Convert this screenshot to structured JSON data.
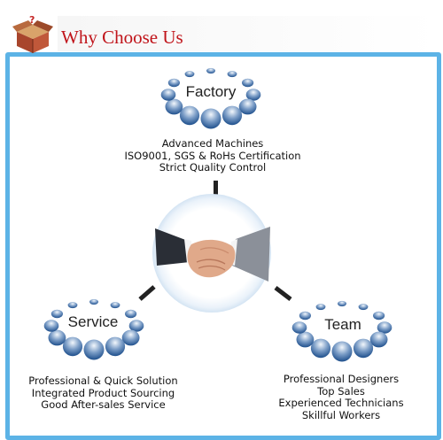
{
  "header": {
    "title": "Why Choose Us",
    "icon": "question-box-icon"
  },
  "colors": {
    "frame": "#5cb3e6",
    "title": "#c0141a",
    "dot_dark": "#1e4f8c",
    "dot_light": "#dbe8f6"
  },
  "factory": {
    "label": "Factory",
    "lines": [
      "Advanced Machines",
      "ISO9001,  SGS & RoHs Certification",
      "Strict Quality Control"
    ]
  },
  "service": {
    "label": "Service",
    "lines": [
      "Professional & Quick Solution",
      "Integrated Product Sourcing",
      "Good After-sales Service"
    ]
  },
  "team": {
    "label": "Team",
    "lines": [
      "Professional Designers",
      "Top Sales",
      "Experienced Technicians",
      "Skillful Workers"
    ]
  },
  "center": {
    "image": "handshake-image"
  }
}
